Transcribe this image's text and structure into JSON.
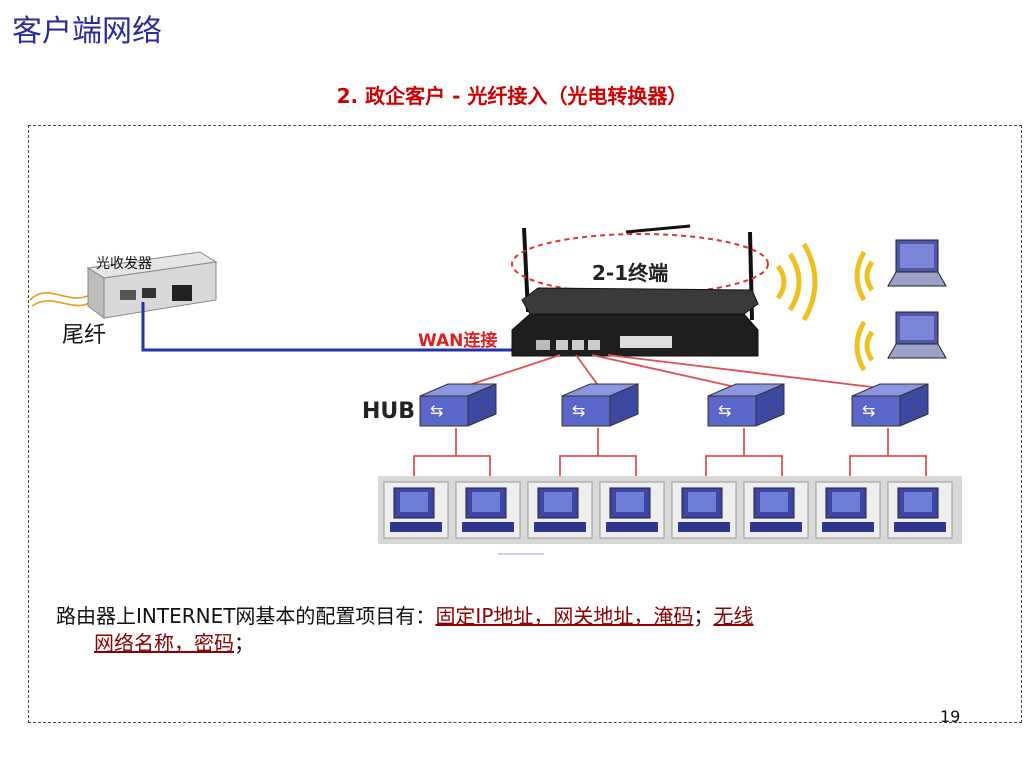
{
  "slide": {
    "title": "客户端网络",
    "subtitle": "2. 政企客户 - 光纤接入（光电转换器）",
    "page_number": "19"
  },
  "diagram": {
    "transceiver_label": "光收发器",
    "pigtail_label": "尾纤",
    "terminal_label": "2-1终端",
    "wan_label": "WAN连接",
    "hub_label": "HUB"
  },
  "note": {
    "prefix": "路由器上INTERNET网基本的配置项目有：",
    "item1": "固定IP地址，网关地址，淹码",
    "sep1": "；",
    "item2a": "无线",
    "item2b": "网络名称，密码",
    "end": "；"
  },
  "colors": {
    "title": "#2b2b9a",
    "subtitle": "#cc0000",
    "link": "#8b0000",
    "cable_blue": "#2233aa",
    "cable_red": "#e05050",
    "wifi": "#f0c020"
  }
}
